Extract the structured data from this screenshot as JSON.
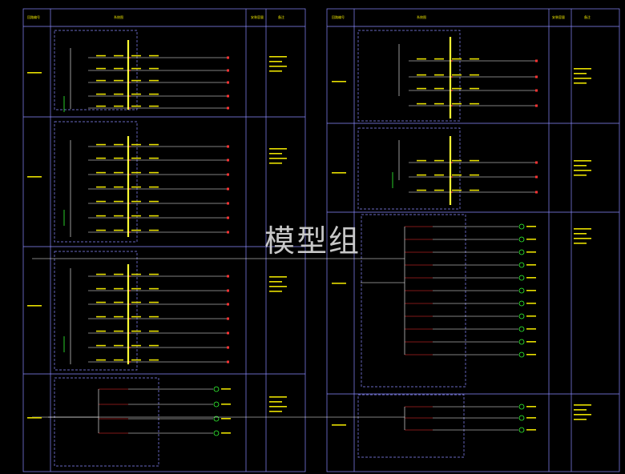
{
  "watermark": "模型组",
  "headers": {
    "left": [
      "回路编号",
      "系统图",
      "安装容量",
      "备注"
    ],
    "right": [
      "回路编号",
      "系统图",
      "安装容量",
      "备注"
    ]
  },
  "colors": {
    "background": "#000000",
    "frame": "#8a8aff",
    "dashed_box": "#8a8aff",
    "busbar": "#ffff33",
    "wire": "#ffffff",
    "breaker": "#ff3333",
    "green": "#33ff33",
    "label": "#e8e000"
  },
  "icons": [
    "circuit-breaker-icon",
    "ground-icon",
    "meter-icon",
    "pump-symbol-icon"
  ]
}
